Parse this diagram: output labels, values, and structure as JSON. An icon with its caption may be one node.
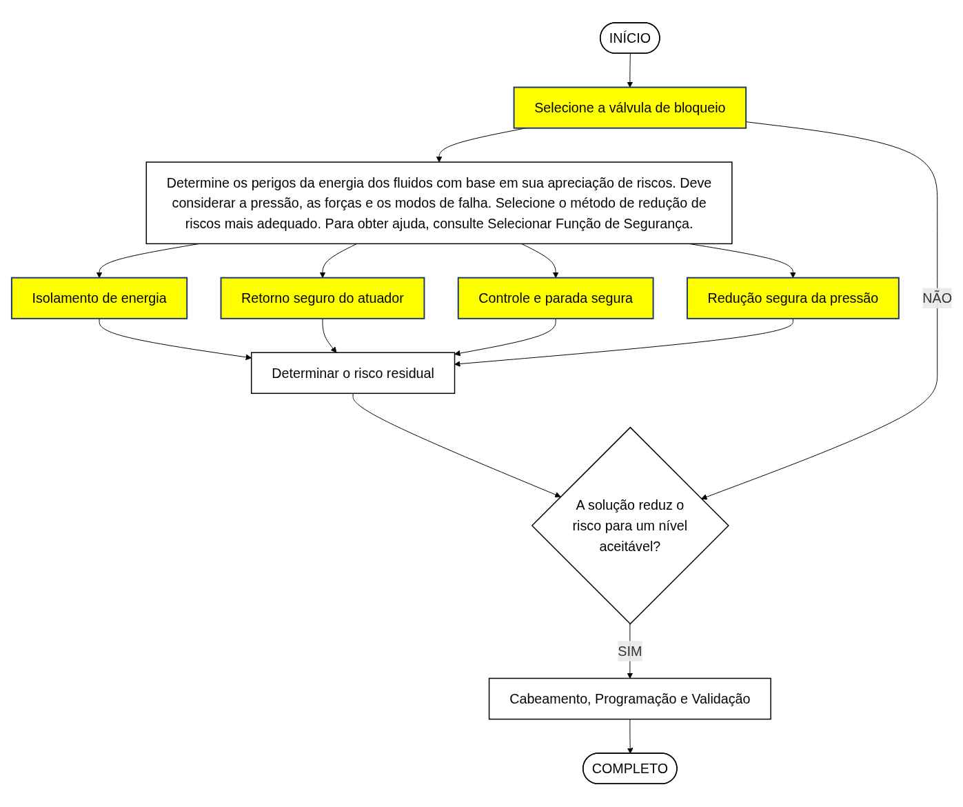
{
  "diagram": {
    "nodes": [
      {
        "text": [
          "INÍCIO"
        ]
      },
      {
        "text": [
          "Selecione a válvula de bloqueio"
        ]
      },
      {
        "text": [
          "Determine os perigos da energia dos fluidos com base em sua apreciação de riscos. Deve considerar a pressão, as forças e os modos de falha. Selecione o método de redução de riscos mais adequado. Para obter ajuda, consulte Selecionar Função de Segurança."
        ]
      },
      {
        "text": [
          "Isolamento de energia"
        ]
      },
      {
        "text": [
          "Retorno seguro do atuador"
        ]
      },
      {
        "text": [
          "Controle e parada segura"
        ]
      },
      {
        "text": [
          "Redução segura da pressão"
        ]
      },
      {
        "text": [
          "Determinar o risco residual"
        ]
      },
      {
        "text": [
          "A solução reduz o risco para um nível aceitável?"
        ]
      },
      {
        "text": [
          "Cabeamento, Programação e Validação"
        ]
      },
      {
        "text": [
          "COMPLETO"
        ]
      }
    ],
    "edges": [
      {
        "from": 0,
        "to": 1,
        "arrow": "to"
      },
      {
        "from": 1,
        "to": 2,
        "arrow": "to"
      },
      {
        "from": 2,
        "to": 3,
        "arrow": "to"
      },
      {
        "from": 2,
        "to": 4,
        "arrow": "to"
      },
      {
        "from": 2,
        "to": 5,
        "arrow": "to"
      },
      {
        "from": 2,
        "to": 6,
        "arrow": "to"
      },
      {
        "from": 3,
        "to": 7,
        "arrow": "to"
      },
      {
        "from": 4,
        "to": 7,
        "arrow": "to"
      },
      {
        "from": 5,
        "to": 7,
        "arrow": "to"
      },
      {
        "from": 6,
        "to": 7,
        "arrow": "to"
      },
      {
        "from": 7,
        "to": 8,
        "arrow": "to"
      },
      {
        "from": 8,
        "to": 9,
        "label": "SIM",
        "arrow": "to"
      },
      {
        "from": 9,
        "to": 10,
        "arrow": "to"
      },
      {
        "from": 1,
        "to": 8,
        "label": "NÃO",
        "arrow": "to"
      }
    ]
  }
}
